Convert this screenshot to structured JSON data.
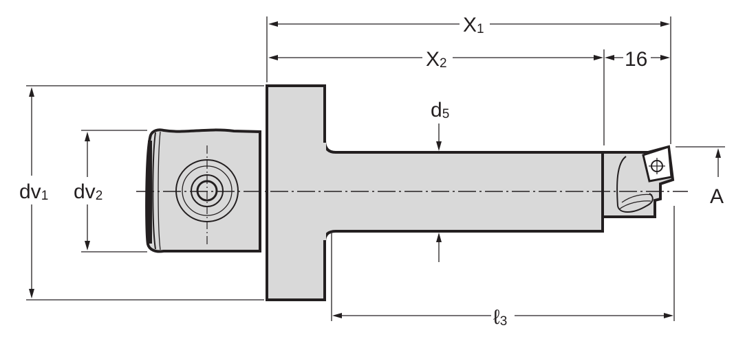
{
  "labels": {
    "x1": {
      "main": "X",
      "sub": "1"
    },
    "x2": {
      "main": "X",
      "sub": "2"
    },
    "len16": "16",
    "d5": {
      "main": "d",
      "sub": "5"
    },
    "dv1": {
      "main": "dv",
      "sub": "1"
    },
    "dv2": {
      "main": "dv",
      "sub": "2"
    },
    "a": "A",
    "l3": {
      "main": "ℓ",
      "sub": "3"
    }
  },
  "colors": {
    "outline": "#231f20",
    "body_fill": "#d9d9d9",
    "background": "#ffffff"
  },
  "icons": {
    "insert_center_mark": "crosshair-circle-icon",
    "clamp_screw": "concentric-circles-icon"
  }
}
